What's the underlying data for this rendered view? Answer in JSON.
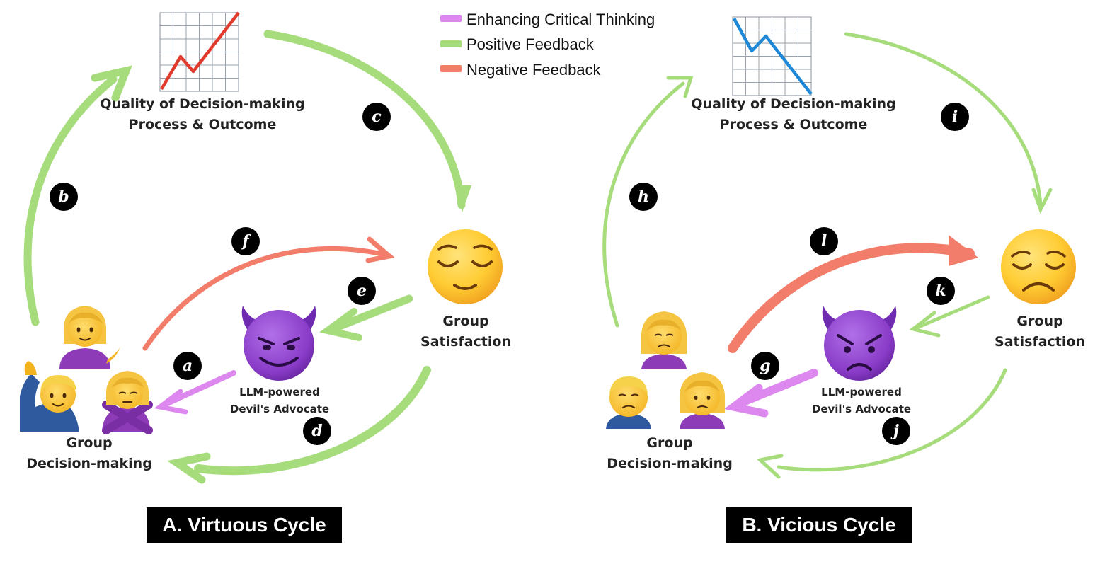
{
  "legend": [
    {
      "label": "Enhancing Critical Thinking",
      "color": "#dd88ee"
    },
    {
      "label": "Positive Feedback",
      "color": "#a6dc7c"
    },
    {
      "label": "Negative Feedback",
      "color": "#f27d6a"
    }
  ],
  "colors": {
    "critical_thinking": "#dd88ee",
    "positive": "#a6dc7c",
    "negative": "#f27d6a",
    "chart_up_line": "#e03b2c",
    "chart_down_line": "#1e88d6",
    "grid": "#9aa3ad"
  },
  "panel_a": {
    "title": "A. Virtuous Cycle",
    "quality_line1": "Quality of Decision-making",
    "quality_line2": "Process & Outcome",
    "satisfaction_line1": "Group",
    "satisfaction_line2": "Satisfaction",
    "advocate_line1": "LLM-powered",
    "advocate_line2": "Devil's Advocate",
    "group_line1": "Group",
    "group_line2": "Decision-making",
    "badges": {
      "a": "a",
      "b": "b",
      "c": "c",
      "d": "d",
      "e": "e",
      "f": "f"
    },
    "icons": [
      "chart-increasing-icon",
      "relieved-face-icon",
      "smiling-devil-icon",
      "person-tipping-hand-icon",
      "person-raising-hand-icon",
      "person-gesturing-no-icon"
    ]
  },
  "panel_b": {
    "title": "B. Vicious Cycle",
    "quality_line1": "Quality of Decision-making",
    "quality_line2": "Process & Outcome",
    "satisfaction_line1": "Group",
    "satisfaction_line2": "Satisfaction",
    "advocate_line1": "LLM-powered",
    "advocate_line2": "Devil's Advocate",
    "group_line1": "Group",
    "group_line2": "Decision-making",
    "badges": {
      "g": "g",
      "h": "h",
      "i": "i",
      "j": "j",
      "k": "k",
      "l": "l"
    },
    "icons": [
      "chart-decreasing-icon",
      "disappointed-face-icon",
      "angry-devil-icon",
      "frowning-woman-icon",
      "frowning-man-icon",
      "pouting-woman-icon"
    ]
  }
}
